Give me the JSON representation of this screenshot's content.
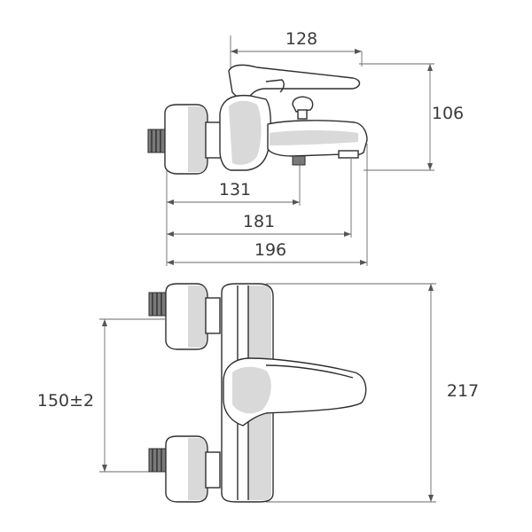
{
  "drawing": {
    "side_view": {
      "dim_top": "128",
      "dim_height": "106",
      "dim_131": "131",
      "dim_181": "181",
      "dim_196": "196"
    },
    "front_view": {
      "dim_inlet": "150±2",
      "dim_total": "217"
    }
  }
}
